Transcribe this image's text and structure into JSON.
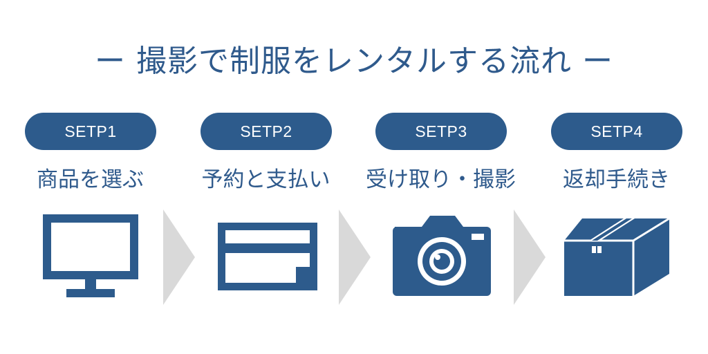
{
  "title": "ー 撮影で制服をレンタルする流れ ー",
  "steps": [
    {
      "badge": "SETP1",
      "label": "商品を選ぶ",
      "icon": "monitor-icon"
    },
    {
      "badge": "SETP2",
      "label": "予約と支払い",
      "icon": "credit-card-icon"
    },
    {
      "badge": "SETP3",
      "label": "受け取り・撮影",
      "icon": "camera-icon"
    },
    {
      "badge": "SETP4",
      "label": "返却手続き",
      "icon": "box-icon"
    }
  ],
  "colors": {
    "accent": "#2d5b8c",
    "title_text": "#2f5a8c",
    "arrow": "#d9d9d9",
    "background": "#ffffff"
  }
}
